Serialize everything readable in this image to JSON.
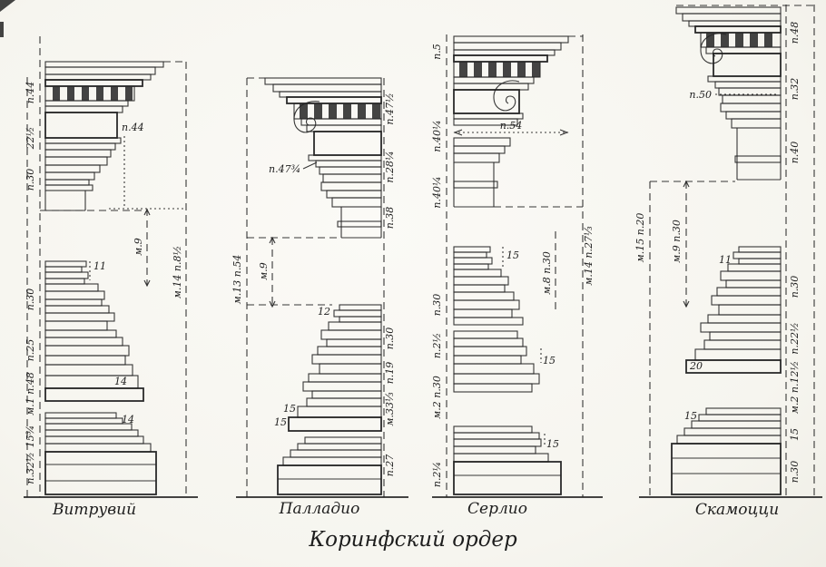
{
  "title": "Коринфский ордер",
  "columns": [
    {
      "name": "Витрувий",
      "labels": {
        "ent": "п.44",
        "l22": "22½",
        "l30a": "п.30",
        "cornice": "п.44",
        "m9": "м.9",
        "total": "м.14 п.8½",
        "n11": "11",
        "l30b": "п.30",
        "l25": "п.25",
        "m1p48": "м.1 п.48",
        "n14a": "14",
        "n14b": "14",
        "l15": "15¾",
        "l32": "п.32½"
      }
    },
    {
      "name": "Палладио",
      "labels": {
        "r475": "п.47½",
        "cornice": "п.47¾",
        "r28": "п.28¼",
        "r38": "п.38",
        "total": "м.13 п.54",
        "m9": "м.9",
        "n12": "12",
        "r30": "п.30",
        "r19": "п.19",
        "m33": "м.33⅓",
        "n15a": "15",
        "n15b": "15",
        "r27": "п.27"
      }
    },
    {
      "name": "Серлио",
      "labels": {
        "l5": "п.5",
        "l40a": "п.40¼",
        "cornice": "п.54",
        "l40b": "п.40¼",
        "total": "м.14 п.27⅓",
        "mid": "м.8 п.30",
        "n15a": "15",
        "l30": "п.30",
        "l2h": "п.2½",
        "m2": "м.2 п.30",
        "n15b": "15",
        "n15c": "15",
        "l2q": "п.2¼"
      }
    },
    {
      "name": "Скамоцци",
      "labels": {
        "r48": "п.48",
        "r32": "п.32",
        "cornice": "п.50",
        "r40": "п.40",
        "total": "м.15 п.20",
        "mid": "м.9 п.30",
        "n11": "11",
        "r30": "п.30",
        "r22": "п.22½",
        "m2": "м.2 п.12½",
        "n20": "20",
        "n15a": "15",
        "r15": "15",
        "r30b": "п.30"
      }
    }
  ]
}
